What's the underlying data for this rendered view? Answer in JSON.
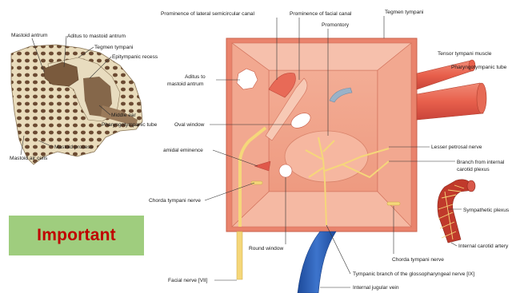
{
  "labels": {
    "mastoid_antrum": "Mastoid antrum",
    "aditus_mastoid_antrum_left": "Aditus to mastoid antrum",
    "tegmen_tympani_left": "Tegmen tympani",
    "epitympanic_recess": "Epitympanic recess",
    "middle_ear": "Middle ear",
    "pharyngotympanic_tube_left": "Pharyngotympanic tube",
    "mastoid_process": "Mastoid process",
    "mastoid_air_cells": "Mastoid air cells",
    "prominence_lateral_canal": "Prominence of lateral semicircular canal",
    "prominence_facial_canal": "Prominence of facial canal",
    "tegmen_tympani_top": "Tegmen tympani",
    "promontory": "Promontory",
    "aditus_line1": "Aditus to",
    "aditus_line2": "mastoid antrum",
    "oval_window": "Oval window",
    "pyramidal_eminence": "amidal eminence",
    "chorda_tympani_left": "Chorda tympani nerve",
    "round_window": "Round window",
    "facial_nerve": "Facial nerve [VII]",
    "tensor_tympani": "Tensor tympani muscle",
    "pharyngotympanic_tube_right": "Pharyngotympanic tube",
    "lesser_petrosal": "Lesser petrosal nerve",
    "branch_ica_line1": "Branch from internal",
    "branch_ica_line2": "carotid plexus",
    "sympathetic_plexus": "Sympathetic plexus",
    "internal_carotid": "Internal carotid artery",
    "chorda_tympani_right": "Chorda tympani nerve",
    "tympanic_branch": "Tympanic branch of the glossopharyngeal nerve [IX]",
    "internal_jugular": "Internal jugular vein"
  },
  "callout": {
    "text": "Important",
    "background": "#9fcd7e",
    "color": "#c00000"
  },
  "colors": {
    "wall": "#f0a088",
    "wall_dark": "#d9735a",
    "floor": "#f4b29c",
    "nerve": "#f5d77a",
    "vein": "#2f62b5",
    "artery": "#c0392b",
    "bone": "#e8dcc0"
  }
}
